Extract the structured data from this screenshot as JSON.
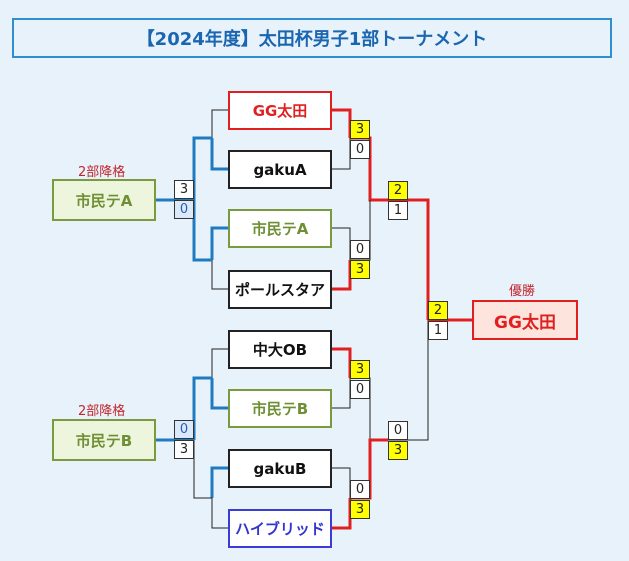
{
  "title": "【2024年度】太田杯男子1部トーナメント",
  "teams": [
    "GG太田",
    "gakuA",
    "市民テA",
    "ポールスタア",
    "中大OB",
    "市民テB",
    "gakuB",
    "ハイブリッド"
  ],
  "champion": {
    "label": "優勝",
    "name": "GG太田"
  },
  "playoffs": [
    {
      "note": "2部降格",
      "name": "市民テA",
      "scores": [
        "3",
        "0"
      ]
    },
    {
      "note": "2部降格",
      "name": "市民テB",
      "scores": [
        "0",
        "3"
      ]
    }
  ],
  "round1_scores": [
    [
      "3",
      "0"
    ],
    [
      "0",
      "3"
    ],
    [
      "3",
      "0"
    ],
    [
      "0",
      "3"
    ]
  ],
  "semi_scores": [
    [
      "2",
      "1"
    ],
    [
      "0",
      "3"
    ]
  ],
  "final_scores": [
    "2",
    "1"
  ],
  "colors": {
    "winner": "#e02020",
    "playoff": "#1f7bc0",
    "normal": "#222222",
    "highlight": "#ffff00"
  }
}
